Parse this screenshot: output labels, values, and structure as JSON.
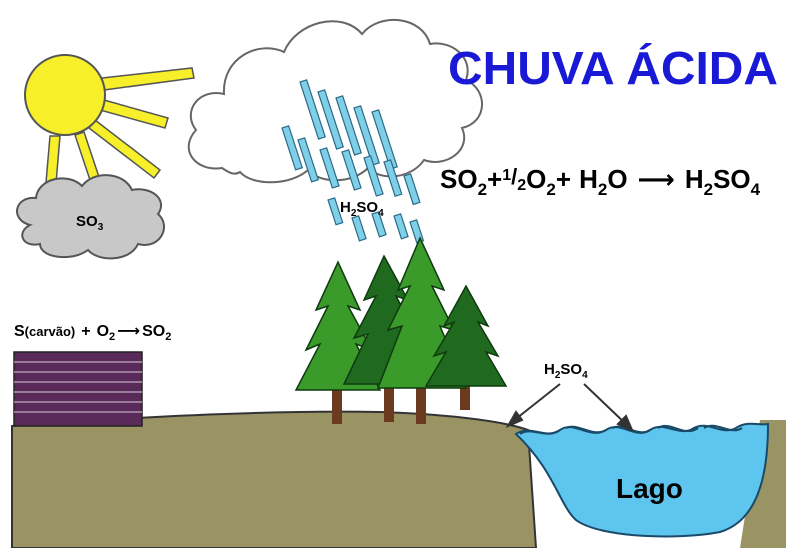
{
  "title": "CHUVA ÁCIDA",
  "equation_main": {
    "so2": "SO",
    "so2_sub": "2",
    "plus1": "+",
    "half_num": "1",
    "half_slash": "/",
    "half_den": "2",
    "o2": "O",
    "o2_sub": "2",
    "plus2": "+",
    "h2o_h": "H",
    "h2o_sub": "2",
    "h2o_o": "O",
    "arrow": "⟶",
    "h2so4_h": "H",
    "h2so4_sub2": "2",
    "h2so4_so": "SO",
    "h2so4_sub4": "4"
  },
  "cloud_so3": {
    "s": "SO",
    "sub": "3"
  },
  "rain_label": {
    "h": "H",
    "sub2": "2",
    "so": "SO",
    "sub4": "4"
  },
  "factory_eq": {
    "s": "S",
    "carvao": "(carvão)",
    "plus": "+",
    "o": "O",
    "o_sub": "2",
    "arrow": "⟶",
    "so": "SO",
    "so_sub": "2"
  },
  "lake_acid_label": {
    "h": "H",
    "sub2": "2",
    "so": "SO",
    "sub4": "4"
  },
  "lake_label": "Lago",
  "colors": {
    "title": "#1a1ad6",
    "sun": "#f7ef2a",
    "rain": "#7fd0e6",
    "ground": "#9a9465",
    "lake": "#5ec6ee",
    "tree_dark": "#1f6a1f",
    "tree_light": "#3a9a2a",
    "trunk": "#6b3a1f",
    "factory": "#5a2a5a",
    "cloud_gray": "#c8c8c8"
  },
  "icons": [
    "sun-icon",
    "cloud-icon",
    "rain-icon",
    "pine-tree-icon",
    "factory-icon",
    "lake-icon"
  ]
}
